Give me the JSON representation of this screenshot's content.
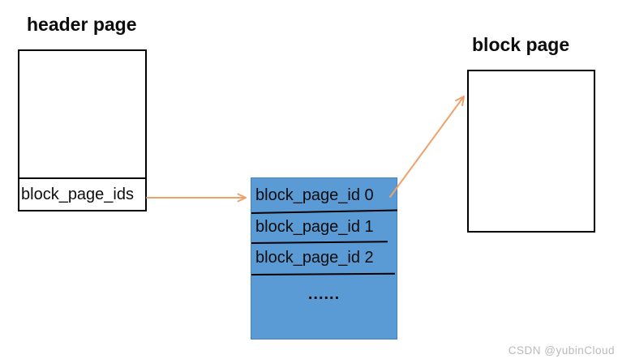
{
  "diagram": {
    "header_page": {
      "title": "header page",
      "field_label": "block_page_ids"
    },
    "block_page": {
      "title": "block page"
    },
    "id_list": {
      "rows": [
        "block_page_id 0",
        "block_page_id 1",
        "block_page_id 2",
        "......"
      ]
    },
    "watermark": "CSDN @yubinCloud",
    "colors": {
      "list_fill": "#5B9BD5",
      "list_border": "#4384C8",
      "arrow": "#F0A169",
      "box_border": "#000000",
      "watermark": "#B9B9B9"
    }
  }
}
